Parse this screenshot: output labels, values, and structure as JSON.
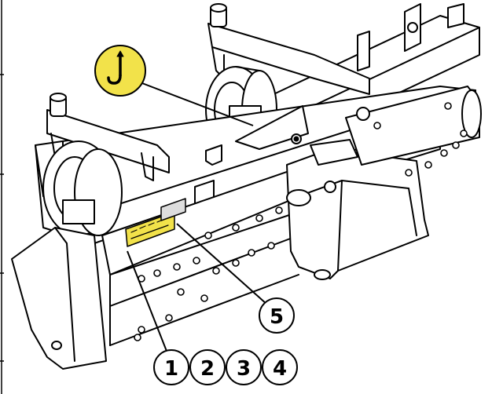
{
  "figure": {
    "type": "technical-line-drawing",
    "subject": "implement-frame-with-gauge-wheels",
    "colors": {
      "line": "#000000",
      "background": "#ffffff",
      "lift_point_symbol": "#f2e24a",
      "decal": "#f2e24a"
    }
  },
  "lift_point_symbol": {
    "icon": "lifting-hook-icon"
  },
  "callouts": [
    {
      "id": "callout-1",
      "label": "1"
    },
    {
      "id": "callout-2",
      "label": "2"
    },
    {
      "id": "callout-3",
      "label": "3"
    },
    {
      "id": "callout-4",
      "label": "4"
    },
    {
      "id": "callout-5",
      "label": "5"
    }
  ]
}
